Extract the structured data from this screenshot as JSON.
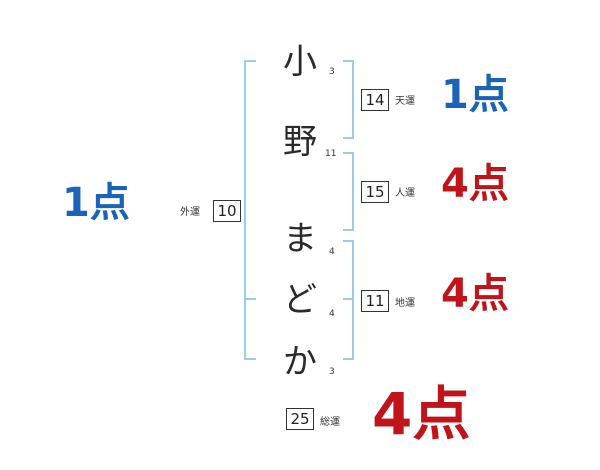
{
  "name": {
    "chars": [
      {
        "char": "小",
        "strokes": "3"
      },
      {
        "char": "野",
        "strokes": "11"
      },
      {
        "char": "ま",
        "strokes": "4"
      },
      {
        "char": "ど",
        "strokes": "4"
      },
      {
        "char": "か",
        "strokes": "3"
      }
    ]
  },
  "fortunes": {
    "gaiun": {
      "label": "外運",
      "value": "10",
      "score": "1点",
      "score_color": "#1a63b8"
    },
    "tenun": {
      "label": "天運",
      "value": "14",
      "score": "1点",
      "score_color": "#1a63b8"
    },
    "jinun": {
      "label": "人運",
      "value": "15",
      "score": "4点",
      "score_color": "#c0141a"
    },
    "chiun": {
      "label": "地運",
      "value": "11",
      "score": "4点",
      "score_color": "#c0141a"
    },
    "souun": {
      "label": "総運",
      "value": "25",
      "score": "4点",
      "score_color": "#c0141a"
    }
  },
  "colors": {
    "bracket": "#9ecbe8",
    "good": "#c0141a",
    "bad": "#1a63b8"
  }
}
